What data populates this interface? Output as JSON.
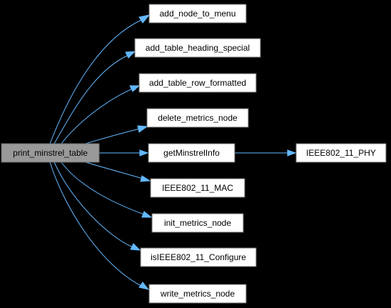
{
  "colors": {
    "background": "#000000",
    "node_fill": "#ffffff",
    "root_fill": "#999999",
    "node_border": "#666666",
    "edge": "#63b8ff"
  },
  "nodes": {
    "root": "print_minstrel_table",
    "add_node_to_menu": "add_node_to_menu",
    "add_table_heading_special": "add_table_heading_special",
    "add_table_row_formatted": "add_table_row_formatted",
    "delete_metrics_node": "delete_metrics_node",
    "getMinstrelInfo": "getMinstrelInfo",
    "ieee_phy": "IEEE802_11_PHY",
    "ieee_mac": "IEEE802_11_MAC",
    "init_metrics_node": "init_metrics_node",
    "is_ieee_configure": "isIEEE802_11_Configure",
    "write_metrics_node": "write_metrics_node"
  }
}
